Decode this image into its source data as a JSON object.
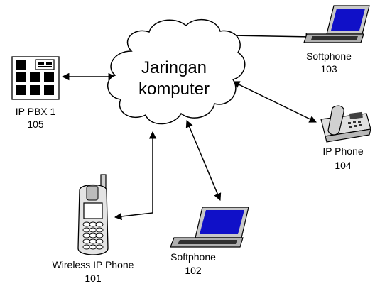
{
  "cloud": {
    "line1": "Jaringan",
    "line2": "komputer"
  },
  "nodes": {
    "pbx": {
      "name": "IP PBX 1",
      "id": "105"
    },
    "softphone103": {
      "name": "Softphone",
      "id": "103"
    },
    "ipphone104": {
      "name": "IP Phone",
      "id": "104"
    },
    "softphone102": {
      "name": "Softphone",
      "id": "102"
    },
    "wireless101": {
      "name": "Wireless IP Phone",
      "id": "101"
    }
  },
  "colors": {
    "screen": "#1010c8",
    "line": "#000000",
    "device": "#d8d8d8"
  }
}
